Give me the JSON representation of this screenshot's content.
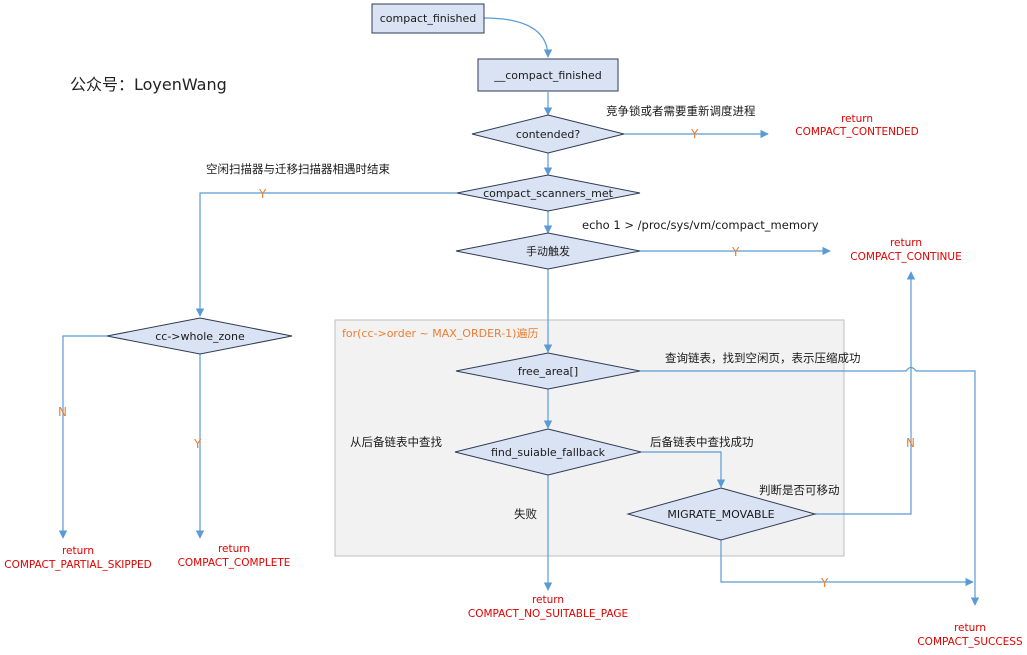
{
  "watermark": "公众号：LoyenWang",
  "loop_label": "for(cc->order ~ MAX_ORDER-1)遍历",
  "nodes": {
    "compact_finished": "compact_finished",
    "__compact_finished": "__compact_finished",
    "contended": "contended?",
    "compact_scanners_met": "compact_scanners_met",
    "manual_trigger": "手动触发",
    "whole_zone": "cc->whole_zone",
    "free_area": "free_area[]",
    "find_fallback": "find_suiable_fallback",
    "migrate_movable": "MIGRATE_MOVABLE"
  },
  "annotations": {
    "contend_note": "竞争锁或者需要重新调度进程",
    "scanners_note": "空闲扫描器与迁移扫描器相遇时结束",
    "echo_note": "echo 1 > /proc/sys/vm/compact_memory",
    "free_area_note": "查询链表，找到空闲页，表示压缩成功",
    "fallback_search": "从后备链表中查找",
    "fallback_success": "后备链表中查找成功",
    "movable_note": "判断是否可移动",
    "fail": "失败"
  },
  "edge_labels": {
    "y": "Y",
    "n": "N"
  },
  "returns": {
    "return_word": "return",
    "contended": "COMPACT_CONTENDED",
    "continue": "COMPACT_CONTINUE",
    "partial_skipped": "COMPACT_PARTIAL_SKIPPED",
    "complete": "COMPACT_COMPLETE",
    "no_suitable_page": "COMPACT_NO_SUITABLE_PAGE",
    "success": "COMPACT_SUCCESS"
  },
  "colors": {
    "edge": "#5b9bd5",
    "node_fill": "#dae3f3",
    "return_text": "#e00000",
    "yes_no": "#ed7d31",
    "loop_box": "#f2f2f2"
  }
}
